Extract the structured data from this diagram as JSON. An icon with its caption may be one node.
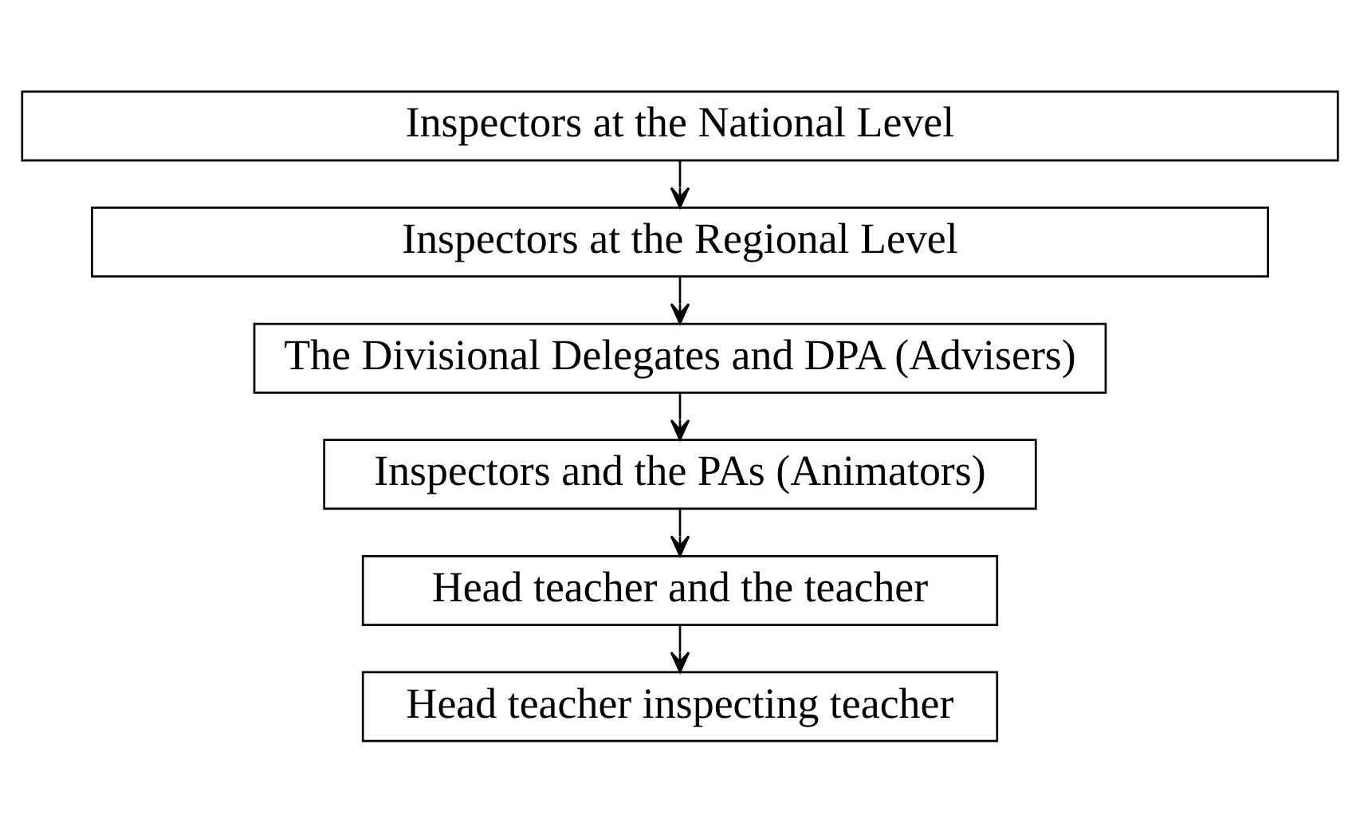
{
  "diagram": {
    "nodes": [
      {
        "text": [
          "Inspectors at the National Level"
        ]
      },
      {
        "text": [
          "Inspectors at the Regional Level"
        ]
      },
      {
        "text": [
          "The Divisional Delegates and DPA (Advisers)"
        ]
      },
      {
        "text": [
          "Inspectors and the PAs (Animators)"
        ]
      },
      {
        "text": [
          "Head teacher and the teacher"
        ]
      },
      {
        "text": [
          "Head teacher inspecting teacher"
        ]
      }
    ],
    "edges": [
      {
        "from": 0,
        "to": 1,
        "arrow": "to"
      },
      {
        "from": 1,
        "to": 2,
        "arrow": "to"
      },
      {
        "from": 2,
        "to": 3,
        "arrow": "to"
      },
      {
        "from": 3,
        "to": 4,
        "arrow": "to"
      },
      {
        "from": 4,
        "to": 5,
        "arrow": "to"
      }
    ]
  }
}
